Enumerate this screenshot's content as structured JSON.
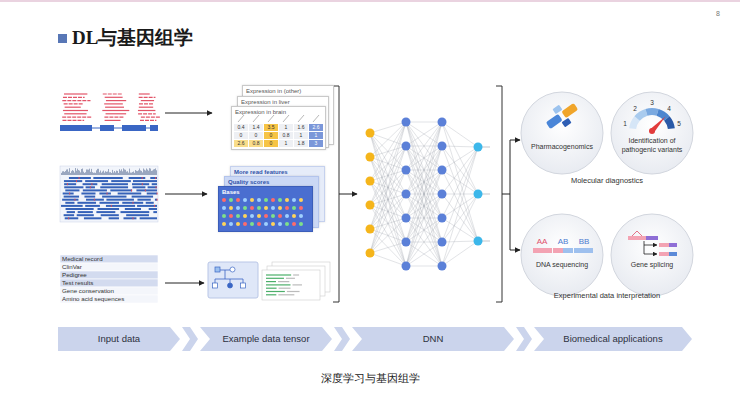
{
  "diagram": {
    "title": "DL与基因组学",
    "caption": "深度学习与基因组学",
    "nodes": [
      {
        "text": [
          "Expression in (other)"
        ]
      },
      {
        "text": [
          "Expression in liver"
        ]
      },
      {
        "text": [
          "Expression in brain"
        ]
      },
      {
        "text": [
          "More read features"
        ]
      },
      {
        "text": [
          "Quality scores"
        ]
      },
      {
        "text": [
          "Bases"
        ]
      },
      {
        "text": [
          "Pharmacogenomics"
        ]
      },
      {
        "text": [
          "Identification of pathogenic variants"
        ]
      },
      {
        "text": [
          "DNA sequencing"
        ]
      },
      {
        "text": [
          "Gene splicing"
        ]
      },
      {
        "text": [
          "Input data"
        ]
      },
      {
        "text": [
          "Example data tensor"
        ]
      },
      {
        "text": [
          "DNN"
        ]
      },
      {
        "text": [
          "Biomedical applications"
        ]
      }
    ],
    "labels": [
      "8",
      "Medical record",
      "ClinVar",
      "Pedigree",
      "Test results",
      "Gene conservation",
      "Amino acid sequences",
      "Molecular diagnostics",
      "Experimental data interpretation",
      "1",
      "2",
      "3",
      "4",
      "5",
      "AA",
      "AB",
      "BB",
      "0.4",
      "1.4",
      "3.5",
      "1",
      "1.6",
      "2.6",
      "0",
      "0",
      "0",
      "0.8",
      "1",
      "1",
      "2.6",
      "0.8",
      "0",
      "1",
      "1.8",
      "3"
    ]
  }
}
